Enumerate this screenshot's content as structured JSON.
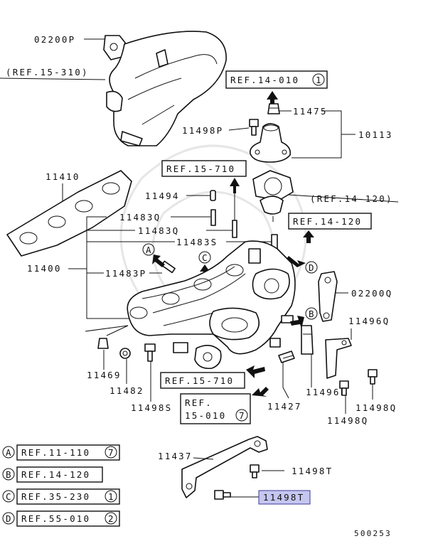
{
  "labels": {
    "p02200P": "02200P",
    "ref15_310": "(REF.15-310)",
    "ref14_010": "REF.14-010",
    "ref14_010_num": "1",
    "p11475": "11475",
    "p11498P": "11498P",
    "p10113": "10113",
    "p11410": "11410",
    "ref15_710_top": "REF.15-710",
    "p11494": "11494",
    "ref14_120_paren": "(REF.14-120)",
    "p11483Q_1": "11483Q",
    "p11483Q_2": "11483Q",
    "ref14_120_box": "REF.14-120",
    "p11483S": "11483S",
    "p11400": "11400",
    "p11483P": "11483P",
    "p02200Q": "02200Q",
    "p11496Q": "11496Q",
    "p11469": "11469",
    "p11482": "11482",
    "ref15_710_low": "REF.15-710",
    "p11496P": "11496P",
    "p11498S": "11498S",
    "ref15_010_l1": "REF.",
    "ref15_010_l2": "15-010",
    "ref15_010_num": "7",
    "p11427": "11427",
    "p11498Q_1": "11498Q",
    "p11498Q_2": "11498Q",
    "p11437": "11437",
    "p11498T_1": "11498T",
    "p11498T_2": "11498T",
    "diagram_id": "500253"
  },
  "callouts": {
    "A": "A",
    "B": "B",
    "C": "C",
    "D": "D"
  },
  "legend": [
    {
      "letter": "A",
      "ref": "REF.11-110",
      "num": "7"
    },
    {
      "letter": "B",
      "ref": "REF.14-120",
      "num": ""
    },
    {
      "letter": "C",
      "ref": "REF.35-230",
      "num": "1"
    },
    {
      "letter": "D",
      "ref": "REF.55-010",
      "num": "2"
    }
  ],
  "colors": {
    "line": "#111111",
    "highlight": "#c6c6f0"
  }
}
